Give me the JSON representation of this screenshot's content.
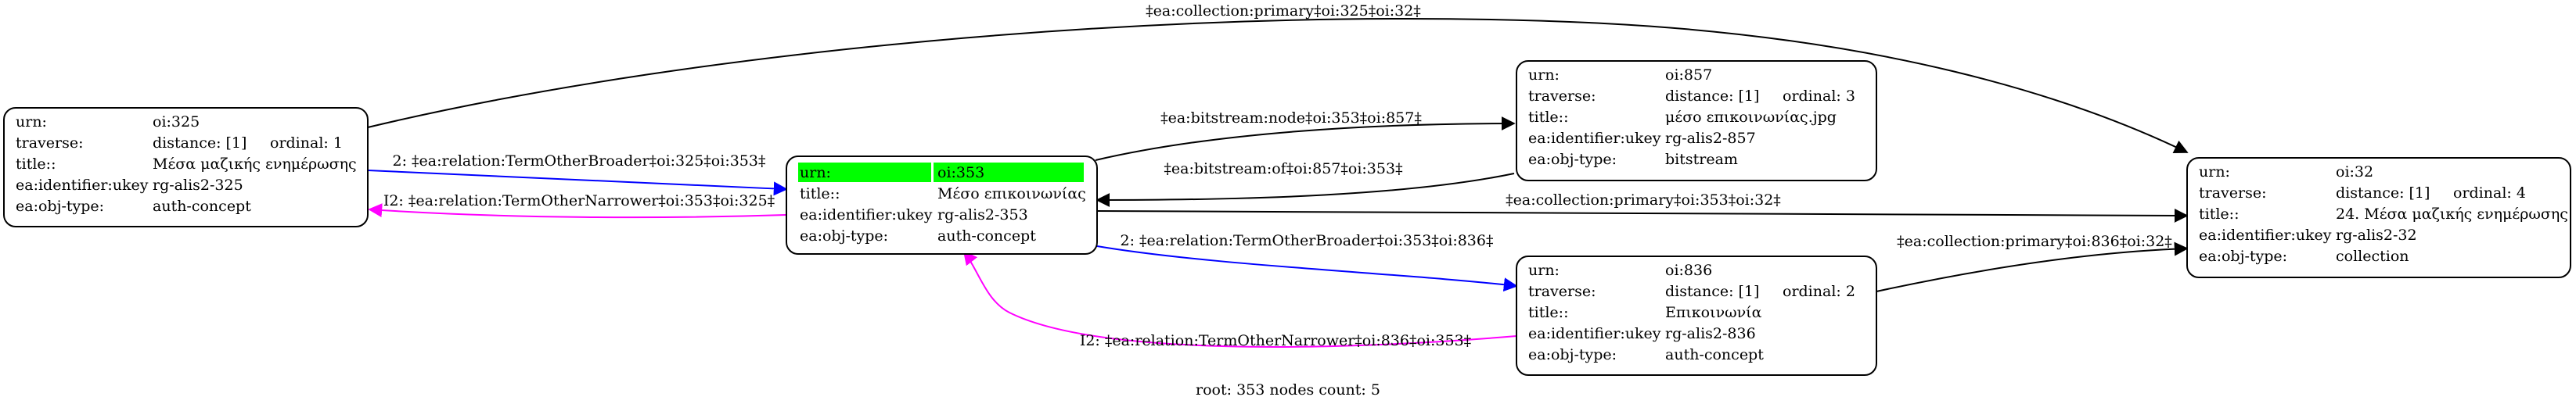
{
  "colors": {
    "edge_default": "#000000",
    "edge_broader": "#0000ff",
    "edge_narrower": "#ff00ff",
    "highlight": "#00ff00"
  },
  "nodes": {
    "n325": {
      "rows": [
        {
          "k": "urn:",
          "v": "oi:325"
        },
        {
          "k": "traverse:",
          "v": "distance: [1]",
          "v2": "ordinal: 1"
        },
        {
          "k": "title::",
          "v": "Μέσα μαζικής ενημέρωσης"
        },
        {
          "k": "ea:identifier:ukey",
          "v": "rg-alis2-325"
        },
        {
          "k": "ea:obj-type:",
          "v": "auth-concept"
        }
      ]
    },
    "n353": {
      "rows": [
        {
          "k": "urn:",
          "v": "oi:353"
        },
        {
          "k": "title::",
          "v": "Μέσο επικοινωνίας"
        },
        {
          "k": "ea:identifier:ukey",
          "v": "rg-alis2-353"
        },
        {
          "k": "ea:obj-type:",
          "v": "auth-concept"
        }
      ]
    },
    "n857": {
      "rows": [
        {
          "k": "urn:",
          "v": "oi:857"
        },
        {
          "k": "traverse:",
          "v": "distance: [1]",
          "v2": "ordinal: 3"
        },
        {
          "k": "title::",
          "v": "μέσο επικοινωνίας.jpg"
        },
        {
          "k": "ea:identifier:ukey",
          "v": "rg-alis2-857"
        },
        {
          "k": "ea:obj-type:",
          "v": "bitstream"
        }
      ]
    },
    "n836": {
      "rows": [
        {
          "k": "urn:",
          "v": "oi:836"
        },
        {
          "k": "traverse:",
          "v": "distance: [1]",
          "v2": "ordinal: 2"
        },
        {
          "k": "title::",
          "v": "Επικοινωνία"
        },
        {
          "k": "ea:identifier:ukey",
          "v": "rg-alis2-836"
        },
        {
          "k": "ea:obj-type:",
          "v": "auth-concept"
        }
      ]
    },
    "n32": {
      "rows": [
        {
          "k": "urn:",
          "v": "oi:32"
        },
        {
          "k": "traverse:",
          "v": "distance: [1]",
          "v2": "ordinal: 4"
        },
        {
          "k": "title::",
          "v": "24. Μέσα μαζικής ενημέρωσης"
        },
        {
          "k": "ea:identifier:ukey",
          "v": "rg-alis2-32"
        },
        {
          "k": "ea:obj-type:",
          "v": "collection"
        }
      ]
    }
  },
  "edges": {
    "e325_32": "‡ea:collection:primary‡oi:325‡oi:32‡",
    "e325_353": "2: ‡ea:relation:TermOtherBroader‡oi:325‡oi:353‡",
    "e353_325": "I2: ‡ea:relation:TermOtherNarrower‡oi:353‡oi:325‡",
    "e353_857": "‡ea:bitstream:node‡oi:353‡oi:857‡",
    "e857_353": "‡ea:bitstream:of‡oi:857‡oi:353‡",
    "e353_32": "‡ea:collection:primary‡oi:353‡oi:32‡",
    "e353_836": "2: ‡ea:relation:TermOtherBroader‡oi:353‡oi:836‡",
    "e836_353": "I2: ‡ea:relation:TermOtherNarrower‡oi:836‡oi:353‡",
    "e836_32": "‡ea:collection:primary‡oi:836‡oi:32‡"
  },
  "footer": "root: 353 nodes count: 5"
}
